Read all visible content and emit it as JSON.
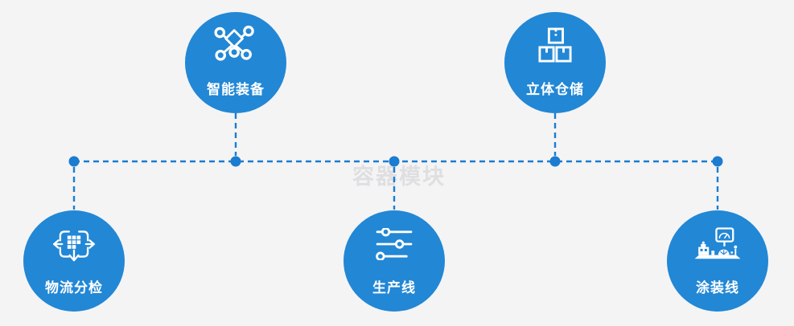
{
  "watermark": {
    "text": "容器模块"
  },
  "colors": {
    "background": "#f4f4f5",
    "node_blue": "#2287d5",
    "connector_blue": "#1b7cd0",
    "icon_white": "#ffffff",
    "watermark_gray": "#dfdfe1"
  },
  "nodes": [
    {
      "id": "smart-equipment",
      "label": "智能装备",
      "icon": "network-nodes-icon",
      "row": "top"
    },
    {
      "id": "stereo-warehouse",
      "label": "立体仓储",
      "icon": "stacked-boxes-icon",
      "row": "top"
    },
    {
      "id": "logistics-sorting",
      "label": "物流分检",
      "icon": "sorting-dispatch-icon",
      "row": "bottom"
    },
    {
      "id": "production-line",
      "label": "生产线",
      "icon": "sliders-icon",
      "row": "bottom"
    },
    {
      "id": "painting-line",
      "label": "涂装线",
      "icon": "machine-monitor-icon",
      "row": "bottom"
    }
  ]
}
